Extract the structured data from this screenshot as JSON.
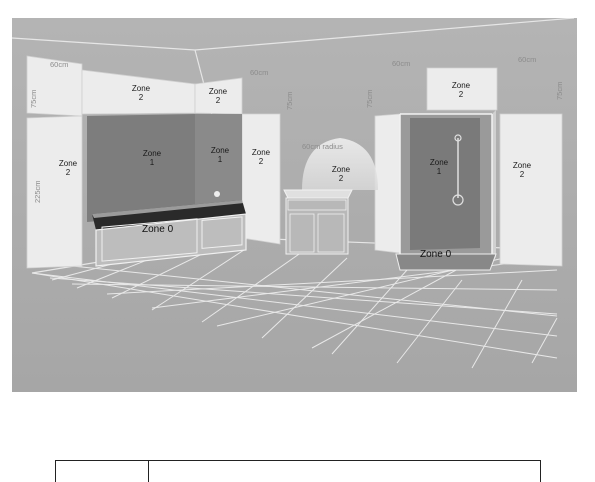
{
  "diagram": {
    "zones": {
      "zone0_bath": "Zone 0",
      "zone0_shower": "Zone 0",
      "zone1_bath_left_l1": "Zone",
      "zone1_bath_left_l2": "1",
      "zone1_bath_right_l1": "Zone",
      "zone1_bath_right_l2": "1",
      "zone1_shower_l1": "Zone",
      "zone1_shower_l2": "1",
      "zone2_left_wall_l1": "Zone",
      "zone2_left_wall_l2": "2",
      "zone2_above_bath_l1": "Zone",
      "zone2_above_bath_l2": "2",
      "zone2_above_corner_l1": "Zone",
      "zone2_above_corner_l2": "2",
      "zone2_right_of_bath_l1": "Zone",
      "zone2_right_of_bath_l2": "2",
      "zone2_basin_l1": "Zone",
      "zone2_basin_l2": "2",
      "zone2_above_shower_l1": "Zone",
      "zone2_above_shower_l2": "2",
      "zone2_right_of_shower_l1": "Zone",
      "zone2_right_of_shower_l2": "2"
    },
    "dimensions": {
      "d60_left": "60cm",
      "d60_mid": "60cm",
      "d60_shower_left": "60cm",
      "d60_shower_right": "60cm",
      "d75_left": "75cm",
      "d75_mid": "75cm",
      "d75_shower_left": "75cm",
      "d75_shower_right": "75cm",
      "d225_left": "225cm",
      "radius": "60cm radius"
    }
  }
}
